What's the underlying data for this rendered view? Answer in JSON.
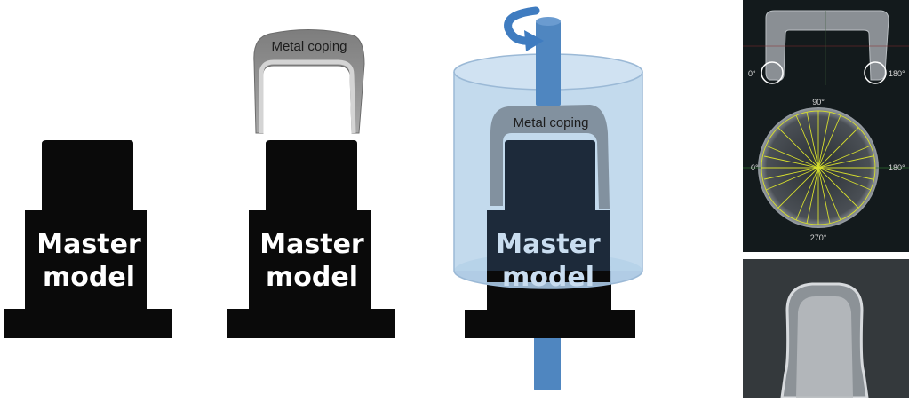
{
  "panels": {
    "panel1": {
      "model_line1": "Master",
      "model_line2": "model"
    },
    "panel2": {
      "model_line1": "Master",
      "model_line2": "model",
      "coping_label": "Metal coping"
    },
    "panel3": {
      "model_line1": "Master",
      "model_line2": "model",
      "coping_label": "Metal coping"
    }
  },
  "scan": {
    "angle_0_top": "0°",
    "angle_180_top": "180°",
    "angle_90": "90°",
    "angle_0_mid": "0°",
    "angle_180_mid": "180°",
    "angle_270": "270°"
  },
  "colors": {
    "model": "#0a0a0a",
    "model_text": "#ffffff",
    "coping_grey": "#8c8c8c",
    "cylinder_fill": "#b9d3ea",
    "shaft_blue": "#4f86c0",
    "arrow_blue": "#3f7cc0",
    "scan_bg": "#131a1c",
    "scan_lines": "#d6de2e"
  },
  "icons": [
    "rotation-arrow-icon"
  ]
}
